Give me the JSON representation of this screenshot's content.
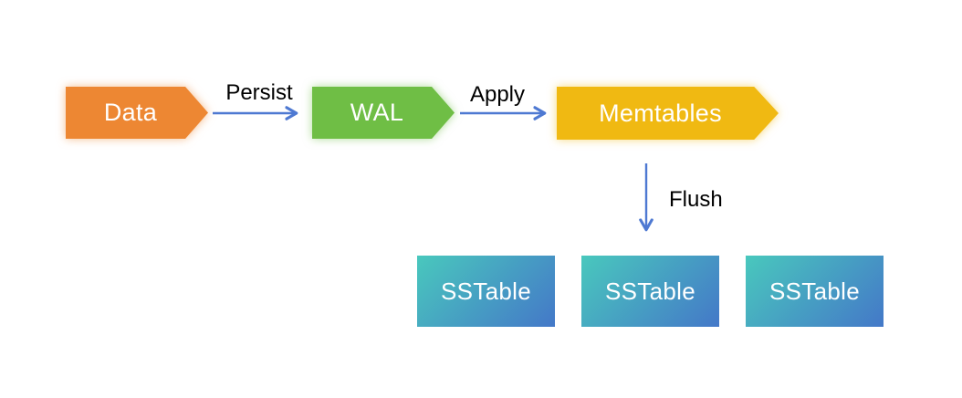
{
  "diagram": {
    "nodes": {
      "data": {
        "label": "Data"
      },
      "wal": {
        "label": "WAL"
      },
      "memtables": {
        "label": "Memtables"
      },
      "sstables": [
        {
          "label": "SSTable"
        },
        {
          "label": "SSTable"
        },
        {
          "label": "SSTable"
        }
      ]
    },
    "edges": {
      "persist": {
        "label": "Persist",
        "from": "Data",
        "to": "WAL"
      },
      "apply": {
        "label": "Apply",
        "from": "WAL",
        "to": "Memtables"
      },
      "flush": {
        "label": "Flush",
        "from": "Memtables",
        "to": "SSTable"
      }
    }
  },
  "colors": {
    "data-fill": "#ED8733",
    "wal-fill": "#6FBE45",
    "memtables-fill": "#F0B912",
    "sstable-grad-start": "#49C8BD",
    "sstable-grad-end": "#4478C8",
    "arrow": "#4E79D2",
    "edge-label": "#000000",
    "node-label": "#FFFFFF",
    "background": "#FFFFFF"
  }
}
